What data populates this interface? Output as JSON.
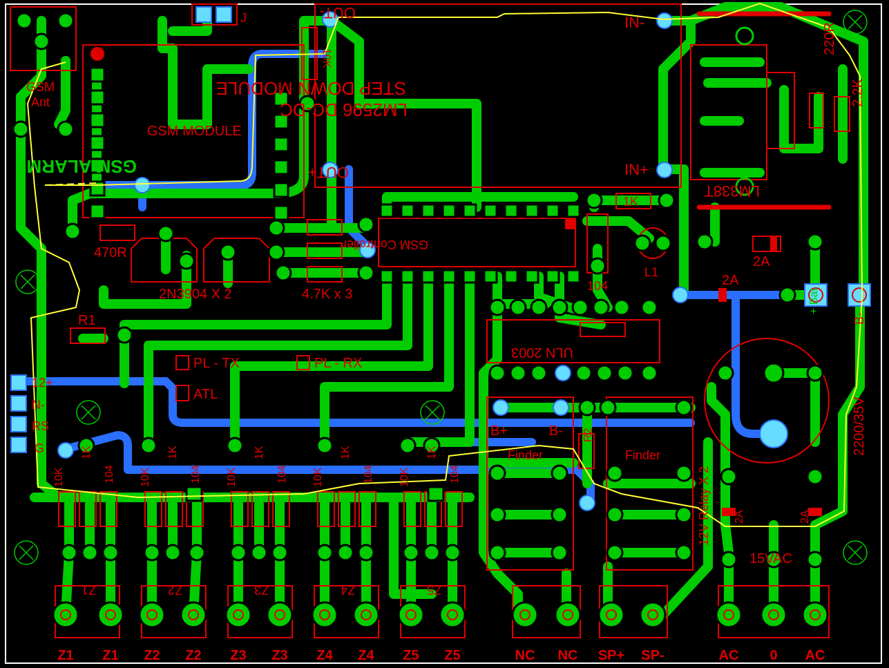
{
  "colors": {
    "background": "#000000",
    "top_copper": "#00cc00",
    "bottom_copper": "#2a6fff",
    "silkscreen": "#e00000",
    "outline_highlight": "#ffff33",
    "pad_via": "#66ddff",
    "mount_hole": "#00cc00"
  },
  "board": {
    "module_lm2596_line1": "STEP DOWN MODULE",
    "module_lm2596_line2": "LM2596 DC-DC",
    "in_minus": "IN-",
    "in_plus": "IN+",
    "out_minus": "OUT-",
    "out_plus": "OUT+",
    "gsm_ant_line1": "GSM",
    "gsm_ant_line2": "Ant",
    "gsm_module": "GSM MODULE",
    "gsm_alarm": "GSM ALARM",
    "jumper": "J",
    "r_10k_top": "10K",
    "r_1k": "1K",
    "r_470": "470R",
    "transistors": "2N3904 X 2",
    "resistors_47k": "4.7K x 3",
    "controller": "GSM Controller",
    "cap_104": "104",
    "inductor": "L1",
    "regulator": "LM338T",
    "r_220": "220R",
    "r_22k": "2.2K",
    "diode_2a_upper": "2A",
    "diode_2a_mid": "2A",
    "bat_label": "+ Bat",
    "b_minus_right": "B-",
    "cap_electrolytic": "2200/35V",
    "r1": "R1",
    "pl_tx": "PL - TX",
    "pl_rx": "PL - RX",
    "atl": "ATL",
    "uln": "ULN 2003",
    "b_plus": "B+",
    "b_minus": "B-",
    "finder_1": "Finder",
    "finder_2": "Finder",
    "relay_note": "12V Relay X 2",
    "r2": "R2",
    "ac_15v": "15VAC",
    "fuse_2a_left": "2A",
    "fuse_2a_right": "2A",
    "conn_12v": "12+",
    "conn_n": "N-",
    "conn_rs": "RS",
    "conn_g": "G",
    "zone_blocks": [
      {
        "id": "Z1",
        "r10k": "10K",
        "r1k": "1K",
        "c": "104"
      },
      {
        "id": "Z2",
        "r10k": "10K",
        "r1k": "1K",
        "c": "104"
      },
      {
        "id": "Z3",
        "r10k": "10K",
        "r1k": "1K",
        "c": "104"
      },
      {
        "id": "Z4",
        "r10k": "10K",
        "r1k": "1K",
        "c": "104"
      },
      {
        "id": "Z5",
        "r10k": "10K",
        "r1k": "1K",
        "c": "104"
      }
    ],
    "bottom_terminals": [
      "Z1",
      "Z1",
      "Z2",
      "Z2",
      "Z3",
      "Z3",
      "Z4",
      "Z4",
      "Z5",
      "Z5",
      "NC",
      "NC",
      "SP+",
      "SP-",
      "AC",
      "0",
      "AC"
    ]
  }
}
